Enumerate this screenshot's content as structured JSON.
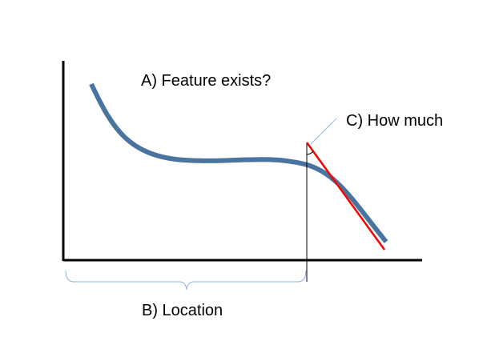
{
  "labels": {
    "feature_exists": "A) Feature exists?",
    "location": "B) Location",
    "how_much": "C) How much"
  },
  "colors": {
    "curve": "#4a74a0",
    "tangent": "#ff0000",
    "axes": "#000000",
    "brace": "#8eb4e3",
    "leader": "#8eb4e3"
  }
}
